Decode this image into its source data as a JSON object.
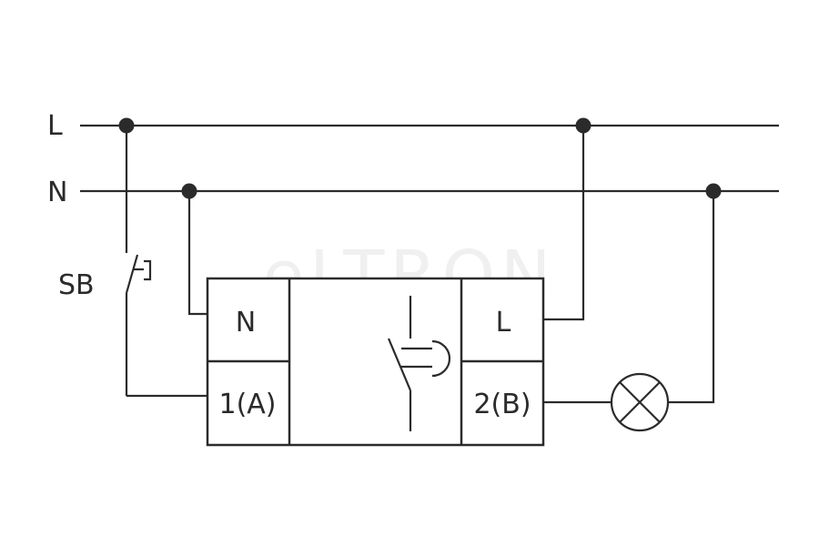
{
  "watermark": "eLTRON",
  "lines": {
    "l_label": "L",
    "n_label": "N"
  },
  "switch": {
    "label": "SB"
  },
  "relay": {
    "terminal_n": "N",
    "terminal_l": "L",
    "terminal_a": "1(A)",
    "terminal_b": "2(B)"
  },
  "colors": {
    "line": "#2b2b2b",
    "watermark": "#f0f0f0",
    "background": "#ffffff"
  },
  "icons": [
    "pushbutton-icon",
    "relay-contact-icon",
    "lamp-icon",
    "junction-dot-icon"
  ]
}
